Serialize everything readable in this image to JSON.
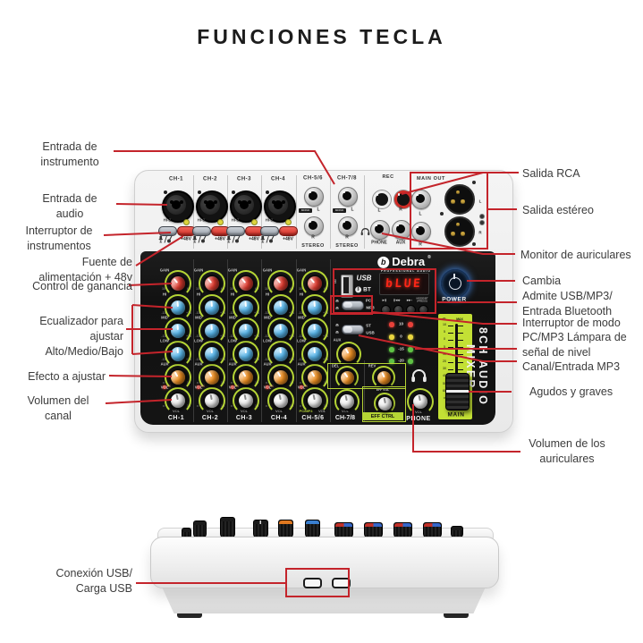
{
  "title": "FUNCIONES TECLA",
  "colors": {
    "callout_red": "#c4242b",
    "arc_green": "#b5d435",
    "panel_black": "#141414",
    "knob_red": "#e23c30",
    "knob_blue": "#58b7ec",
    "knob_orange": "#f09022",
    "knob_white": "#f2f2f2",
    "led_red": "#e8413a",
    "led_yellow": "#e9d63f",
    "led_green": "#5fc244",
    "screen_red": "#ff2617",
    "fader_green": "#c3e035"
  },
  "callouts": {
    "left": [
      {
        "id": "instrument-input",
        "text": "Entrada de\ninstrumento"
      },
      {
        "id": "audio-input",
        "text": "Entrada de\naudio"
      },
      {
        "id": "instrument-switch",
        "text": "Interruptor de\ninstrumentos"
      },
      {
        "id": "phantom-power",
        "text": "Fuente de\nalimentación + 48v"
      },
      {
        "id": "gain-control",
        "text": "Control de ganancia"
      },
      {
        "id": "equalizer",
        "text": "Ecualizador para\najustar\nAlto/Medio/Bajo"
      },
      {
        "id": "effect",
        "text": "Efecto a ajustar"
      },
      {
        "id": "channel-volume",
        "text": "Volumen del\ncanal"
      },
      {
        "id": "usb-connection",
        "text": "Conexión USB/\nCarga USB"
      }
    ],
    "right": [
      {
        "id": "rca-output",
        "text": "Salida RCA"
      },
      {
        "id": "stereo-output",
        "text": "Salida estéreo"
      },
      {
        "id": "headphone-monitor",
        "text": "Monitor de auriculares"
      },
      {
        "id": "power-switch",
        "text": "Cambia"
      },
      {
        "id": "usb-mp3-bt",
        "text": "Admite USB/MP3/\nEntrada Bluetooth"
      },
      {
        "id": "mode-switch",
        "text": "Interruptor de modo\nPC/MP3 Lámpara de\nseñal de nivel\nCanal/Entrada MP3"
      },
      {
        "id": "treble-bass",
        "text": "Agudos y graves"
      },
      {
        "id": "headphone-volume",
        "text": "Volumen de los\nauriculares"
      }
    ]
  },
  "mixer": {
    "brand": {
      "glyph": "b",
      "name": "Debra",
      "reg": "®",
      "sub": "PROFESSIONAL AUDIO"
    },
    "top": {
      "xlr_channels": [
        "CH-1",
        "CH-2",
        "CH-3",
        "CH-4"
      ],
      "stereo_channels": [
        "CH-5/6",
        "CH-7/8"
      ],
      "hiz": "HI-Z",
      "p48": "+48V",
      "l": "L",
      "r": "R",
      "mono": "MONO",
      "stereo": "STEREO",
      "rec": "REC",
      "phone": "PHONE",
      "aux": "AUX",
      "main_out": "MAIN OUT"
    },
    "rows": [
      {
        "label": "GAIN",
        "color": "#e23c30",
        "min": "10",
        "max": "60"
      },
      {
        "label": "HI",
        "color": "#58b7ec",
        "min": "-15",
        "max": "+15"
      },
      {
        "label": "MID",
        "color": "#58b7ec",
        "min": "-15",
        "max": "+15"
      },
      {
        "label": "LOW",
        "color": "#58b7ec",
        "min": "-15",
        "max": "+15"
      },
      {
        "label": "AUX",
        "color": "#f09022",
        "min": "∞",
        "max": "10"
      },
      {
        "label": "VOL",
        "color": "#f2f2f2",
        "min": "∞",
        "max": "10"
      }
    ],
    "pk": "PK",
    "vol_caption": "VOL",
    "strips": [
      {
        "name": "CH-1"
      },
      {
        "name": "CH-2"
      },
      {
        "name": "CH-3"
      },
      {
        "name": "CH-4"
      },
      {
        "name": "CH-5/6",
        "pre": "PC/MP3"
      }
    ],
    "ch78": {
      "name": "CH-7/8",
      "aux": "AUX",
      "del": "DEL",
      "rev": "REV",
      "eff_vol": "EFF VOL",
      "eff_ctrl": "EFF CTRL",
      "vol": "VOL"
    },
    "display": {
      "usb": "USB",
      "bt": "BT",
      "bt_icon": "ᛒ",
      "screen": "bLUE",
      "buttons": [
        "▶❚",
        "❚◀◀−",
        "▶▶+",
        "MODE/BT (PRESS)"
      ]
    },
    "switches": {
      "pc": "PC",
      "mp3": "MP3",
      "st": "ST",
      "usb": "USB",
      "eject_icon": "⏏"
    },
    "meter": [
      {
        "value": "10",
        "color": "#e8413a"
      },
      {
        "value": "0",
        "color": "#e9d63f"
      },
      {
        "value": "-15",
        "color": "#5fc244"
      },
      {
        "value": "-20",
        "color": "#5fc244"
      }
    ],
    "power": "POWER",
    "fader": {
      "db": "dB",
      "max": "MAX",
      "label": "MAIN",
      "scale": [
        "10",
        "5",
        "0",
        "5",
        "10",
        "20",
        "30",
        "40",
        "50",
        "60",
        "∞"
      ]
    },
    "phone_knob": {
      "vol": "VOL",
      "label": "PHONE"
    },
    "side_text": "8CH AUDIO MIXER"
  }
}
